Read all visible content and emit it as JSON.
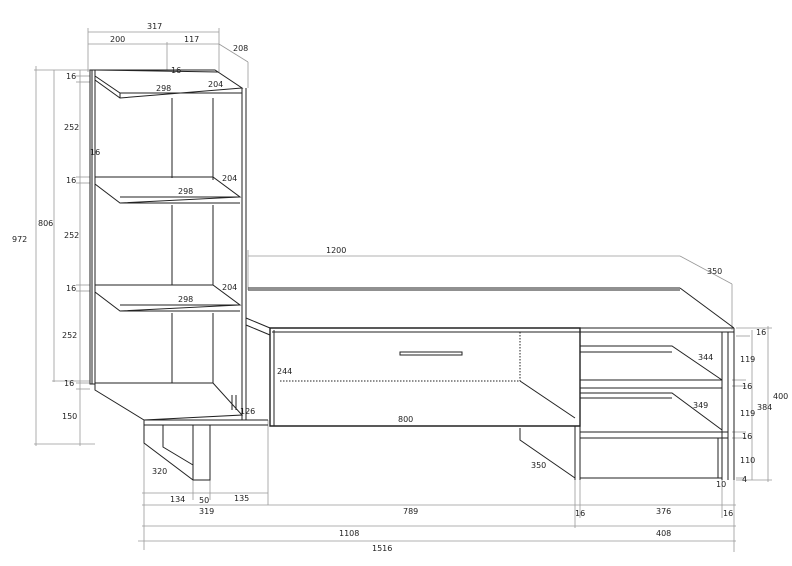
{
  "diagram": {
    "type": "furniture-dimension-drawing",
    "units": "mm",
    "tower": {
      "width_total": "317",
      "width_front": "200",
      "width_back": "117",
      "depth": "208",
      "top_thickness": "16",
      "side_thickness": "16",
      "shelf_width": "298",
      "shelf_depth": "204",
      "bay_height": "252",
      "shelf_thickness": "16",
      "leg_height": "150",
      "body_height": "806",
      "total_height": "972",
      "bottom_depth": "126",
      "leg_diagonal": "320",
      "leg_offsets": [
        "134",
        "50",
        "135"
      ],
      "base_width": "319"
    },
    "tv_unit": {
      "width": "1200",
      "depth": "350",
      "drawer_width": "800",
      "drawer_height": "244",
      "leg_depth": "350",
      "top_thickness": "16",
      "compartment_height": "119",
      "shelf_thickness": "16",
      "bottom_height": "110",
      "foot_gap": "4",
      "inset": "10",
      "inner_height": "384",
      "total_height": "400",
      "shelf_depth_upper": "344",
      "shelf_depth_lower": "349",
      "open_width": "376",
      "side_thickness": "16",
      "drawer_section": "789",
      "open_section": "408"
    },
    "overall": {
      "left_width": "1108",
      "total_width": "1516"
    }
  }
}
